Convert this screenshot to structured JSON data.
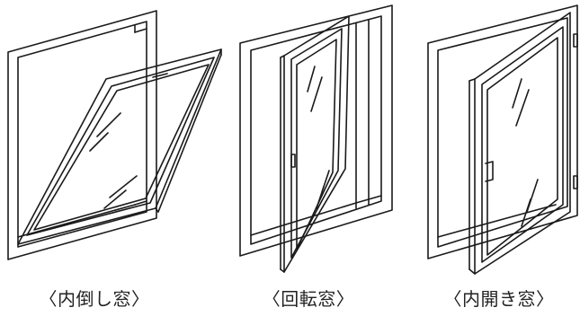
{
  "figure": {
    "line_color": "#1a1a1a",
    "background_color": "#ffffff",
    "windows": [
      {
        "id": "inward-tilt",
        "caption": "〈内倒し窓〉",
        "icon": "inward-tilt-window-icon"
      },
      {
        "id": "pivot",
        "caption": "〈回転窓〉",
        "icon": "pivot-window-icon"
      },
      {
        "id": "inward-casement",
        "caption": "〈内開き窓〉",
        "icon": "inward-casement-window-icon"
      }
    ]
  }
}
